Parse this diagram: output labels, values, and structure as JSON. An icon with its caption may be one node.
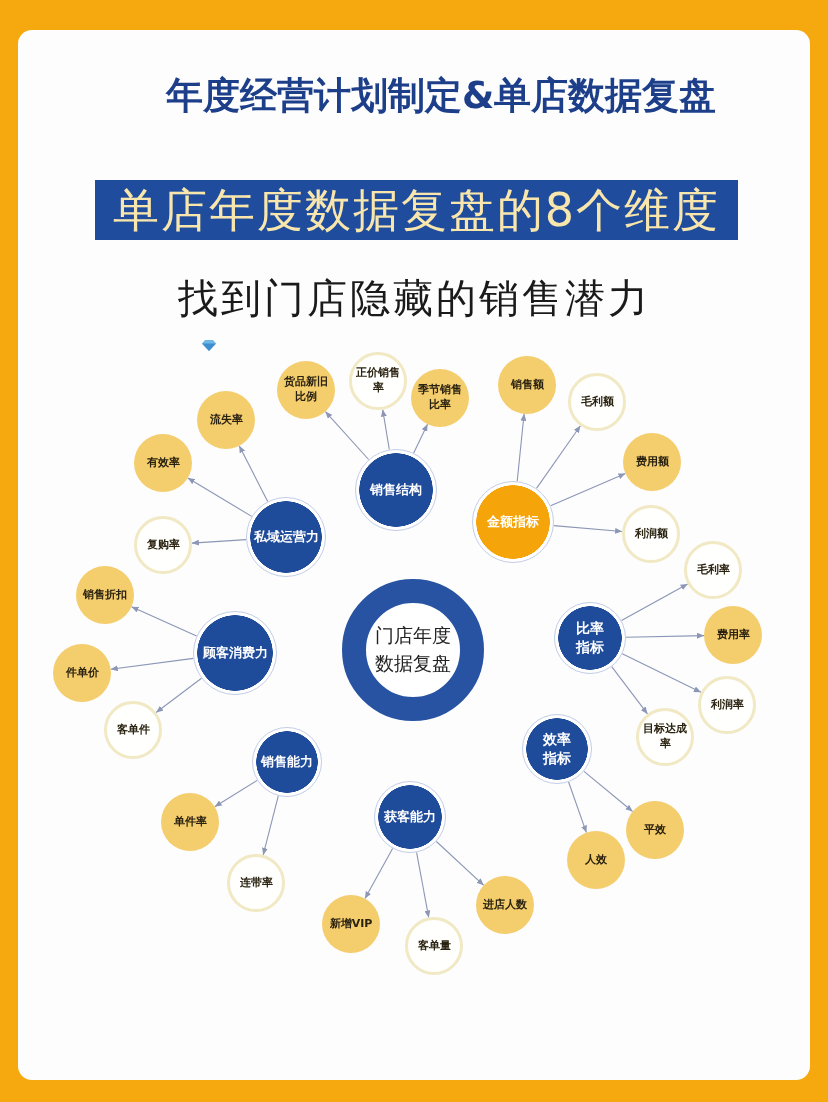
{
  "diagram": {
    "title": "年度经营计划制定&单店数据复盘",
    "nodes": [
      {
        "text": [
          "单店年度数据复盘的8个维度"
        ]
      },
      {
        "text": [
          "门店年度数据复盘"
        ]
      },
      {
        "text": [
          "销售结构"
        ]
      },
      {
        "text": [
          "货品新旧比例"
        ]
      },
      {
        "text": [
          "正价销售率"
        ]
      },
      {
        "text": [
          "季节销售比率"
        ]
      },
      {
        "text": [
          "金额指标"
        ]
      },
      {
        "text": [
          "销售额"
        ]
      },
      {
        "text": [
          "毛利额"
        ]
      },
      {
        "text": [
          "费用额"
        ]
      },
      {
        "text": [
          "利润额"
        ]
      },
      {
        "text": [
          "私域运营力"
        ]
      },
      {
        "text": [
          "流失率"
        ]
      },
      {
        "text": [
          "有效率"
        ]
      },
      {
        "text": [
          "复购率"
        ]
      },
      {
        "text": [
          "顾客消费力"
        ]
      },
      {
        "text": [
          "销售折扣"
        ]
      },
      {
        "text": [
          "件单价"
        ]
      },
      {
        "text": [
          "客单件"
        ]
      },
      {
        "text": [
          "比率指标"
        ]
      },
      {
        "text": [
          "毛利率"
        ]
      },
      {
        "text": [
          "费用率"
        ]
      },
      {
        "text": [
          "利润率"
        ]
      },
      {
        "text": [
          "目标达成率"
        ]
      },
      {
        "text": [
          "效率指标"
        ]
      },
      {
        "text": [
          "平效"
        ]
      },
      {
        "text": [
          "人效"
        ]
      },
      {
        "text": [
          "销售能力"
        ]
      },
      {
        "text": [
          "单件率"
        ]
      },
      {
        "text": [
          "连带率"
        ]
      },
      {
        "text": [
          "获客能力"
        ]
      },
      {
        "text": [
          "新增VIP"
        ]
      },
      {
        "text": [
          "客单量"
        ]
      },
      {
        "text": [
          "进店人数"
        ]
      }
    ],
    "edges": [
      {
        "from": 2,
        "to": 3,
        "arrow": "to"
      },
      {
        "from": 2,
        "to": 4,
        "arrow": "to"
      },
      {
        "from": 2,
        "to": 5,
        "arrow": "to"
      },
      {
        "from": 6,
        "to": 7,
        "arrow": "to"
      },
      {
        "from": 6,
        "to": 8,
        "arrow": "to"
      },
      {
        "from": 6,
        "to": 9,
        "arrow": "to"
      },
      {
        "from": 6,
        "to": 10,
        "arrow": "to"
      },
      {
        "from": 11,
        "to": 12,
        "arrow": "to"
      },
      {
        "from": 11,
        "to": 13,
        "arrow": "to"
      },
      {
        "from": 11,
        "to": 14,
        "arrow": "to"
      },
      {
        "from": 15,
        "to": 16,
        "arrow": "to"
      },
      {
        "from": 15,
        "to": 17,
        "arrow": "to"
      },
      {
        "from": 15,
        "to": 18,
        "arrow": "to"
      },
      {
        "from": 19,
        "to": 20,
        "arrow": "to"
      },
      {
        "from": 19,
        "to": 21,
        "arrow": "to"
      },
      {
        "from": 19,
        "to": 22,
        "arrow": "to"
      },
      {
        "from": 19,
        "to": 23,
        "arrow": "to"
      },
      {
        "from": 24,
        "to": 25,
        "arrow": "to"
      },
      {
        "from": 24,
        "to": 26,
        "arrow": "to"
      },
      {
        "from": 27,
        "to": 28,
        "arrow": "to"
      },
      {
        "from": 27,
        "to": 29,
        "arrow": "to"
      },
      {
        "from": 30,
        "to": 31,
        "arrow": "to"
      },
      {
        "from": 30,
        "to": 32,
        "arrow": "to"
      },
      {
        "from": 30,
        "to": 33,
        "arrow": "to"
      }
    ],
    "labels": [
      "找到门店隐藏的销售潜力"
    ]
  }
}
